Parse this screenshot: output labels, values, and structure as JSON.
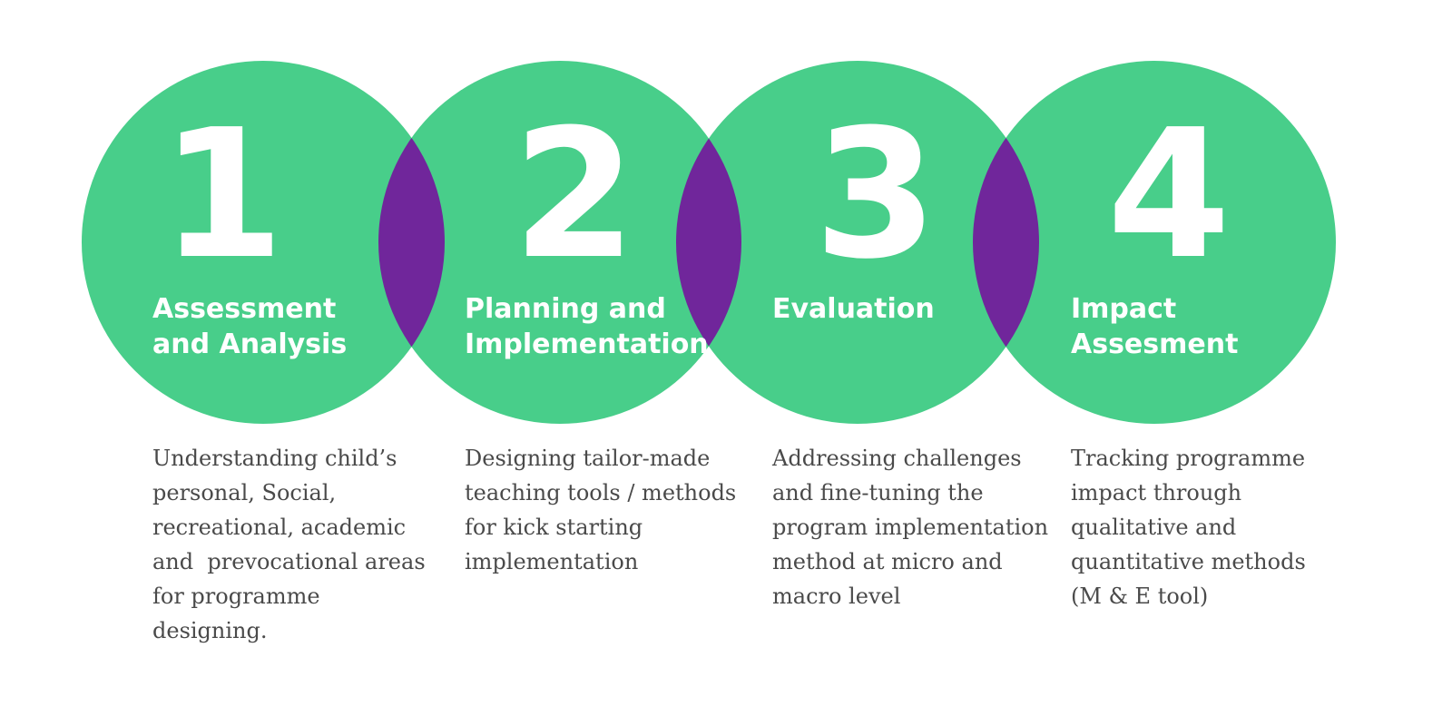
{
  "colors": {
    "circle": "#48ce8a",
    "overlap": "#70269b",
    "number_text": "#ffffff",
    "title_text": "#ffffff",
    "description_text": "#4a4a4a",
    "background": "#ffffff"
  },
  "steps": [
    {
      "number": "1",
      "title_lines": [
        "Assessment",
        "and Analysis"
      ],
      "description_lines": [
        "Understanding child’s",
        "personal, Social,",
        "recreational, academic",
        "and  prevocational areas",
        "for programme",
        "designing."
      ]
    },
    {
      "number": "2",
      "title_lines": [
        "Planning and",
        "Implementation"
      ],
      "description_lines": [
        "Designing tailor-made",
        "teaching tools / methods",
        "for kick starting",
        "implementation"
      ]
    },
    {
      "number": "3",
      "title_lines": [
        "Evaluation"
      ],
      "description_lines": [
        "Addressing challenges",
        "and fine-tuning the",
        "program implementation",
        "method at micro and",
        "macro level"
      ]
    },
    {
      "number": "4",
      "title_lines": [
        "Impact",
        "Assesment"
      ],
      "description_lines": [
        "Tracking programme",
        "impact through",
        "qualitative and",
        "quantitative methods",
        "(M & E tool)"
      ]
    }
  ]
}
